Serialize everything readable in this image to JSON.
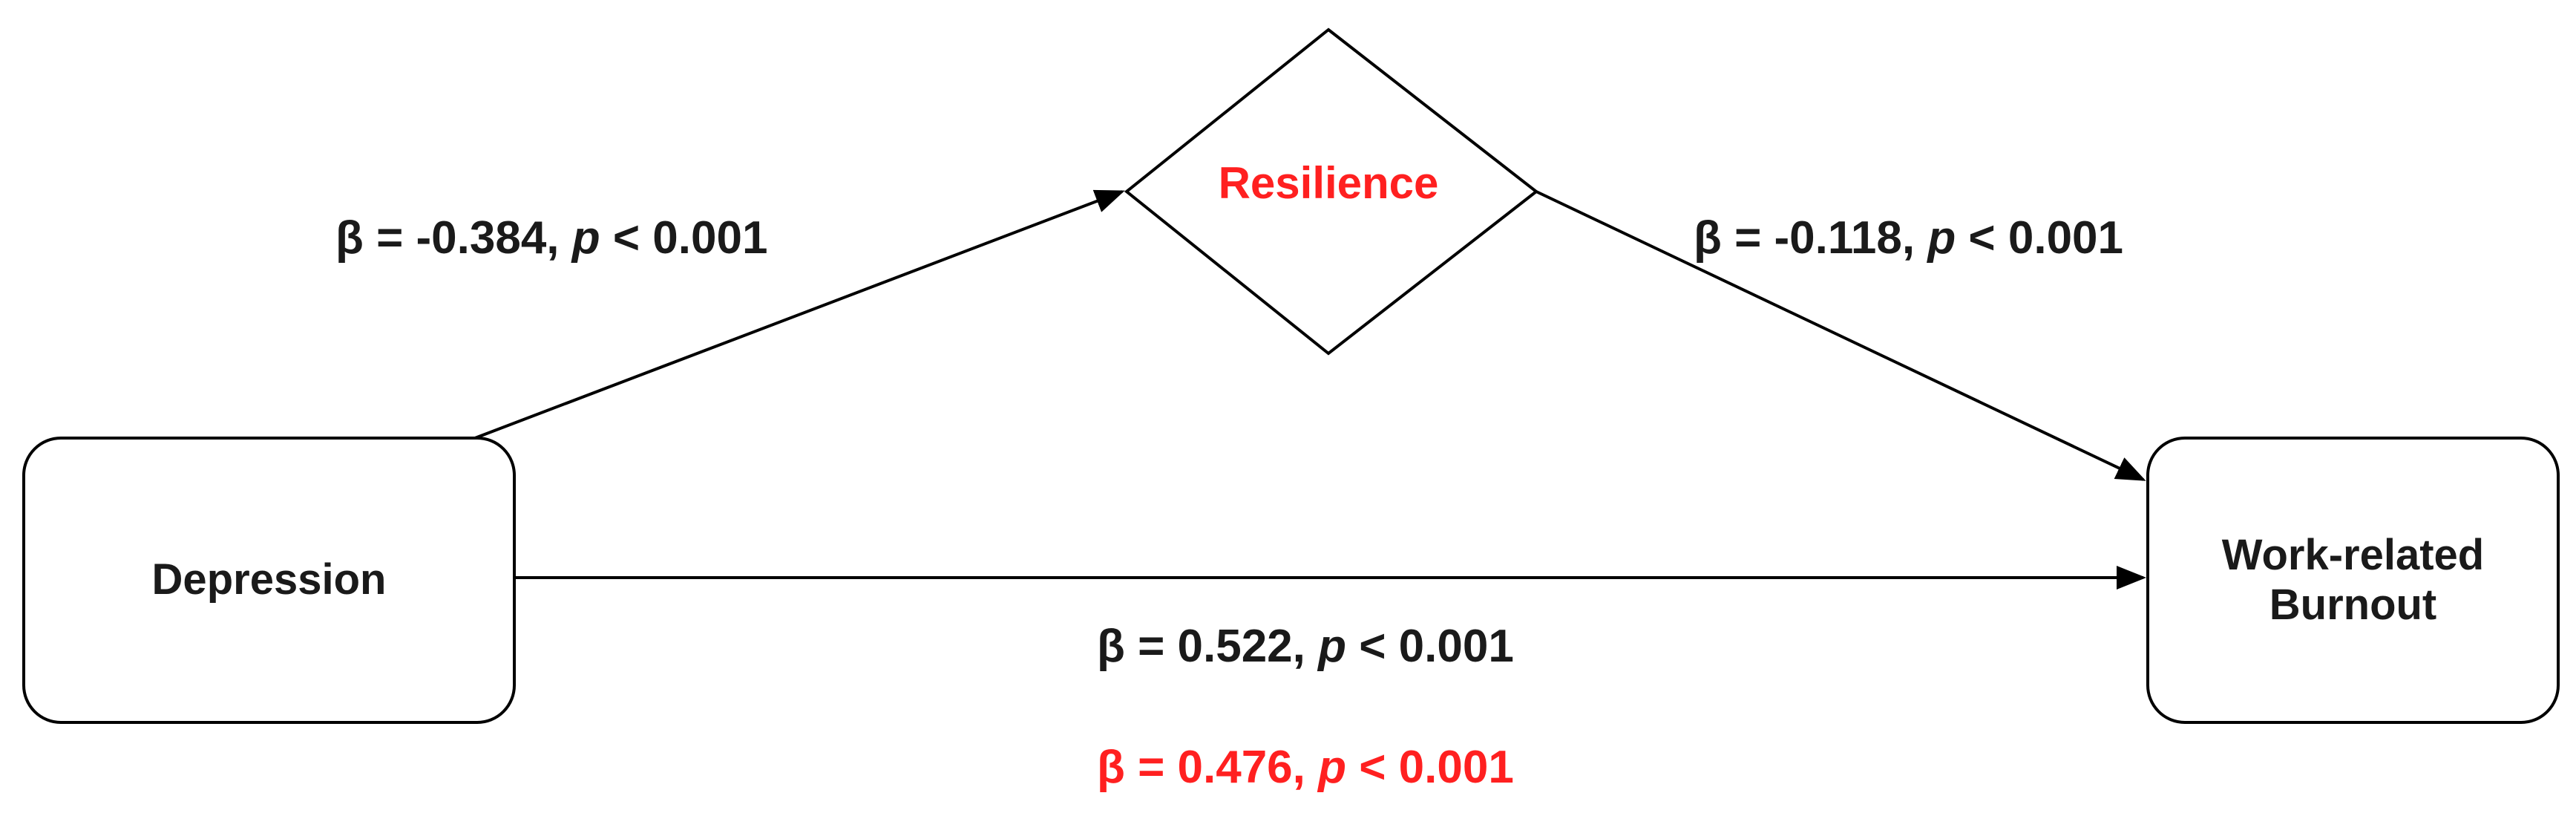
{
  "nodes": {
    "depression": "Depression",
    "resilience": "Resilience",
    "burnout_line1": "Work-related",
    "burnout_line2": "Burnout"
  },
  "paths": {
    "a": {
      "beta": "β = -0.384, ",
      "p_symbol": "p",
      "p_value": " < 0.001"
    },
    "b": {
      "beta": "β = -0.118, ",
      "p_symbol": "p",
      "p_value": " < 0.001"
    },
    "direct": {
      "beta": "β = 0.522, ",
      "p_symbol": "p",
      "p_value": " < 0.001"
    },
    "total": {
      "beta": "β = 0.476, ",
      "p_symbol": "p",
      "p_value": " < 0.001"
    }
  },
  "colors": {
    "line": "#000000",
    "text": "#1a1a1a",
    "highlight": "#ff2020"
  }
}
